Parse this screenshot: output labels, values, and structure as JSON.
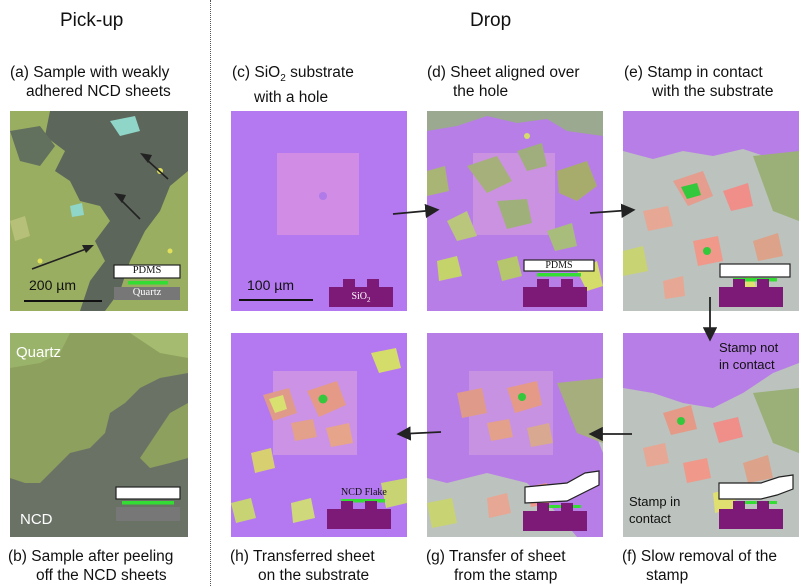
{
  "headings": {
    "pickup": "Pick-up",
    "drop": "Drop"
  },
  "captions": {
    "a": [
      "(a) Sample with weakly",
      "adhered NCD sheets"
    ],
    "b": [
      "(b) Sample after peeling",
      "off the NCD sheets"
    ],
    "c": [
      "(c) SiO",
      "2",
      " substrate",
      "with a hole"
    ],
    "d": [
      "(d) Sheet aligned over",
      "the hole"
    ],
    "e": [
      "(e) Stamp in contact",
      "with the substrate"
    ],
    "f": [
      "(f) Slow removal of the",
      "stamp"
    ],
    "g": [
      "(g) Transfer of sheet",
      "from the stamp"
    ],
    "h": [
      "(h) Transferred sheet",
      "on the substrate"
    ]
  },
  "labels": {
    "scale_200": "200 µm",
    "scale_100": "100 µm",
    "pdms": "PDMS",
    "quartz": "Quartz",
    "sio2": "SiO",
    "sio2_sub": "2",
    "quartz_b": "Quartz",
    "ncd_b": "NCD",
    "ncd_flake": "NCD Flake",
    "stamp_not": [
      "Stamp not",
      "in contact"
    ],
    "stamp_in": [
      "Stamp in",
      "contact"
    ]
  },
  "colors": {
    "substrate_purple": "#b478f0",
    "quartz_green": "#93a85c",
    "ncd_dark": "#5f6a5c",
    "stamp_gray": "#bcc2bd",
    "schematic_purple": "#7d1a78",
    "flake_green": "#33dd33"
  }
}
